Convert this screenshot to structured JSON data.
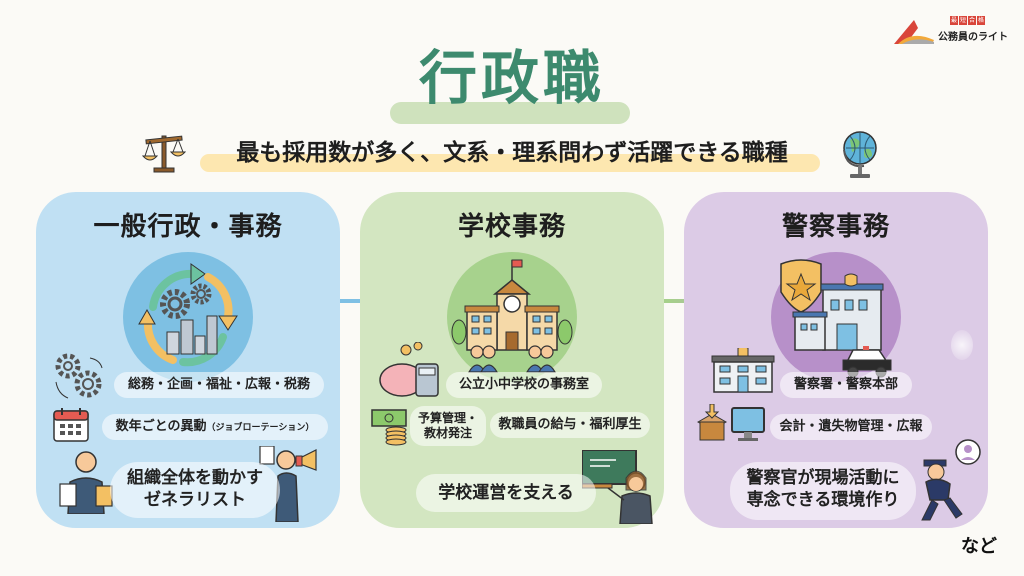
{
  "logo": {
    "tags": [
      "最",
      "短",
      "合",
      "格"
    ],
    "text": "公務員のライト"
  },
  "header": {
    "title": "行政職",
    "subtitle": "最も採用数が多く、文系・理系問わず活躍できる職種"
  },
  "cards": [
    {
      "title": "一般行政・事務",
      "color": "#c0e0f3",
      "items": [
        {
          "icon": "gears-cycle-icon",
          "label": "総務・企画・福祉・広報・税務"
        },
        {
          "icon": "calendar-icon",
          "label": "数年ごとの異動",
          "sub": "（ジョブローテーション）"
        }
      ],
      "highlight": [
        "組織全体を動かす",
        "ゼネラリスト"
      ]
    },
    {
      "title": "学校事務",
      "color": "#d3e6c1",
      "items": [
        {
          "icon": "piggy-bank-calculator-icon",
          "label": "公立小中学校の事務室"
        },
        {
          "icon": "money-coins-icon",
          "label": "予算管理・\n教材発注",
          "lines": [
            "予算管理・",
            "教材発注"
          ]
        },
        {
          "icon": "",
          "label": "教職員の給与・福利厚生"
        }
      ],
      "highlight": [
        "学校運営を支える"
      ]
    },
    {
      "title": "警察事務",
      "color": "#dccbe6",
      "items": [
        {
          "icon": "police-building-icon",
          "label": "警察署・警察本部"
        },
        {
          "icon": "box-computer-icon",
          "label": "会計・遺失物管理・広報"
        }
      ],
      "highlight": [
        "警察官が現場活動に",
        "専念できる環境作り"
      ]
    }
  ],
  "footer": {
    "note": "など"
  }
}
